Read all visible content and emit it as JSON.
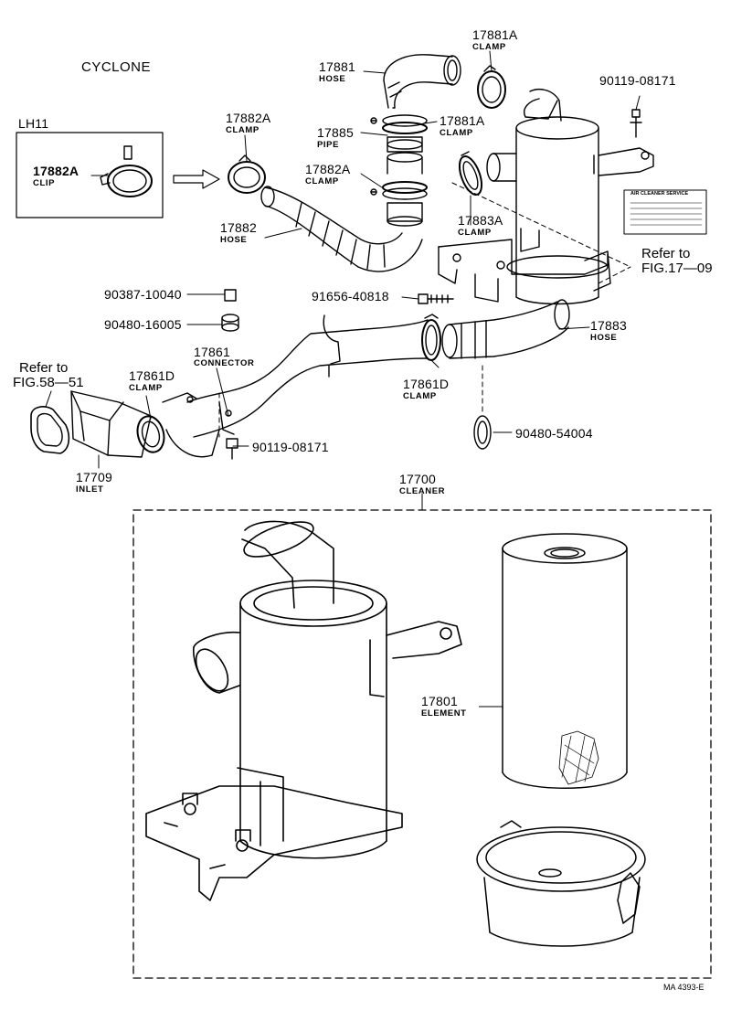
{
  "title": "CYCLONE",
  "inset": {
    "label": "LH11",
    "part": {
      "number": "17882A",
      "name": "CLIP"
    }
  },
  "parts": {
    "p17881": {
      "number": "17881",
      "name": "HOSE"
    },
    "p17881A_top": {
      "number": "17881A",
      "name": "CLAMP"
    },
    "p17881A_mid": {
      "number": "17881A",
      "name": "CLAMP"
    },
    "p17885": {
      "number": "17885",
      "name": "PIPE"
    },
    "p17882A_top": {
      "number": "17882A",
      "name": "CLAMP"
    },
    "p17882A_mid": {
      "number": "17882A",
      "name": "CLAMP"
    },
    "p17882": {
      "number": "17882",
      "name": "HOSE"
    },
    "p17883A": {
      "number": "17883A",
      "name": "CLAMP"
    },
    "p90119_top": {
      "number": "90119-08171"
    },
    "p90387": {
      "number": "90387-10040"
    },
    "p90480_16": {
      "number": "90480-16005"
    },
    "p91656": {
      "number": "91656-40818"
    },
    "p17883": {
      "number": "17883",
      "name": "HOSE"
    },
    "p17861": {
      "number": "17861",
      "name": "CONNECTOR"
    },
    "p17861D_l": {
      "number": "17861D",
      "name": "CLAMP"
    },
    "p17861D_r": {
      "number": "17861D",
      "name": "CLAMP"
    },
    "p90119_bot": {
      "number": "90119-08171"
    },
    "p90480_54": {
      "number": "90480-54004"
    },
    "p17709": {
      "number": "17709",
      "name": "INLET"
    },
    "p17700": {
      "number": "17700",
      "name": "CLEANER"
    },
    "p17801": {
      "number": "17801",
      "name": "ELEMENT"
    }
  },
  "refs": {
    "fig17": {
      "line1": "Refer to",
      "line2": "FIG.17—09"
    },
    "fig58": {
      "line1": "Refer to",
      "line2": "FIG.58—51"
    }
  },
  "service_label": "AIR CLEANER SERVICE",
  "footer": "MA 4393-E"
}
